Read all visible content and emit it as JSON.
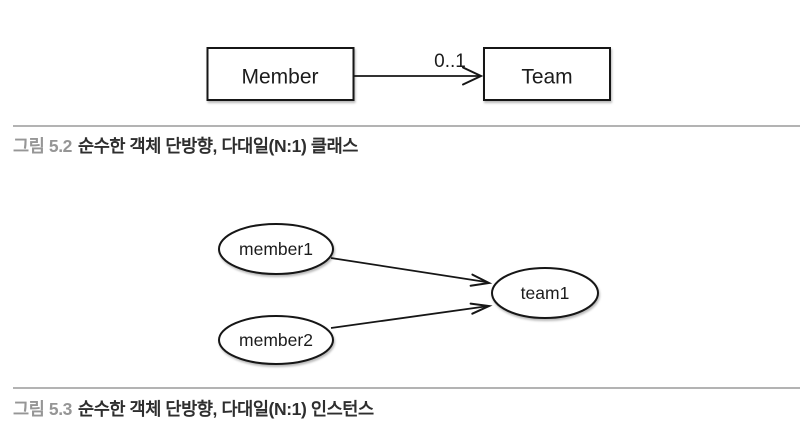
{
  "colors": {
    "background": "#ffffff",
    "diagram_stroke": "#161616",
    "caption_number": "#969696",
    "caption_text": "#2e2e2e",
    "rule_line": "#b3b3b3"
  },
  "figure52": {
    "diagram": {
      "member_label": "Member",
      "team_label": "Team",
      "multiplicity": "0..1"
    },
    "caption_number": "그림 5.2",
    "caption_text": "순수한 객체 단방향, 다대일(N:1) 클래스"
  },
  "figure53": {
    "diagram": {
      "member1_label": "member1",
      "member2_label": "member2",
      "team1_label": "team1"
    },
    "caption_number": "그림 5.3",
    "caption_text": "순수한 객체 단방향, 다대일(N:1) 인스턴스"
  }
}
